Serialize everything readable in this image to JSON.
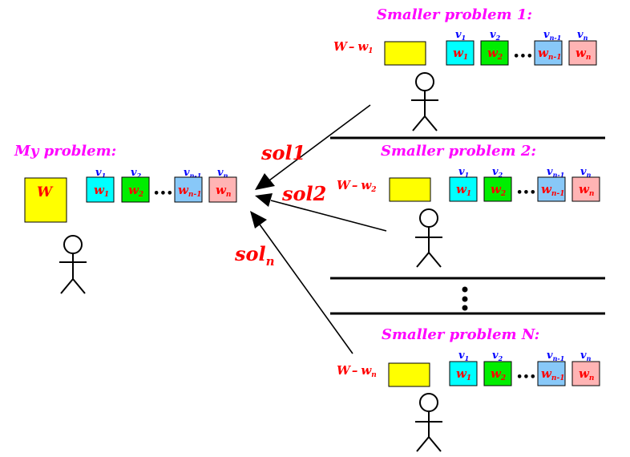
{
  "my_problem": {
    "title": "My problem:",
    "capacity": "W",
    "items": [
      {
        "v": "v",
        "v_sub": "1",
        "w": "w",
        "w_sub": "1",
        "color": "#00ffff"
      },
      {
        "v": "v",
        "v_sub": "2",
        "w": "w",
        "w_sub": "2",
        "color": "#00ee00"
      },
      {
        "v": "v",
        "v_sub": "n-1",
        "w": "w",
        "w_sub": "n-1",
        "color": "#88c8f8"
      },
      {
        "v": "v",
        "v_sub": "n",
        "w": "w",
        "w_sub": "n",
        "color": "#ffb4b4"
      }
    ]
  },
  "subproblems": [
    {
      "title": "Smaller problem 1:",
      "cap_main": "W",
      "cap_dash": "–",
      "cap_w": "w",
      "cap_sub": "1"
    },
    {
      "title": "Smaller problem 2:",
      "cap_main": "W",
      "cap_dash": "–",
      "cap_w": "w",
      "cap_sub": "2"
    },
    {
      "title": "Smaller problem N:",
      "cap_main": "W",
      "cap_dash": "–",
      "cap_w": "w",
      "cap_sub": "n"
    }
  ],
  "solutions": [
    {
      "label": "sol1",
      "sub": ""
    },
    {
      "label": "sol2",
      "sub": ""
    },
    {
      "label": "sol",
      "sub": "n"
    }
  ],
  "ellipsis": "•••",
  "colors": {
    "title": "#ff00ff",
    "weight": "#ff0000",
    "value": "#0000ff",
    "capacity_box": "#ffff00",
    "item1": "#00ffff",
    "item2": "#00ee00",
    "item_n1": "#88c8f8",
    "item_n": "#ffb4b4"
  }
}
